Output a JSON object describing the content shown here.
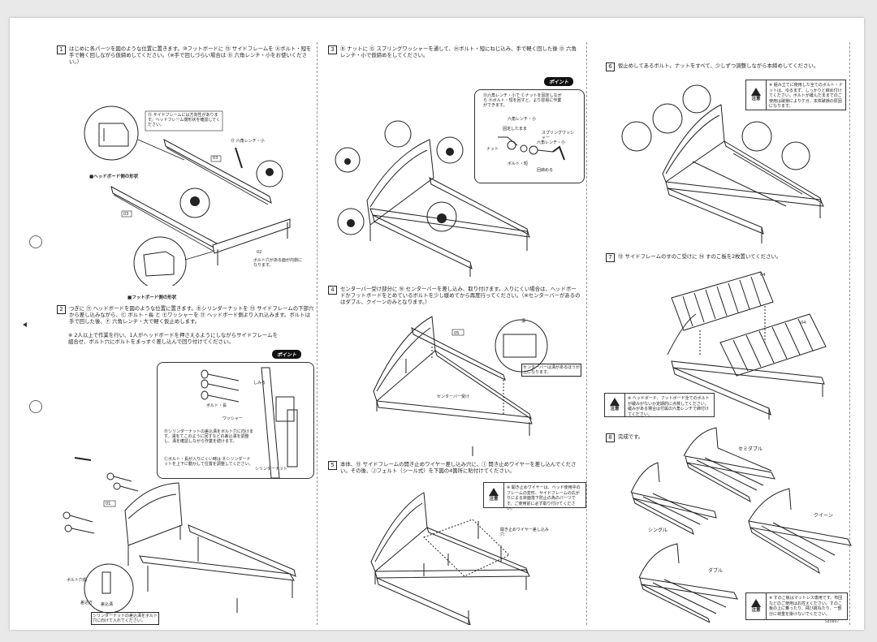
{
  "steps": {
    "s1": {
      "num": "1",
      "text": "はじめに各パーツを図のような位置に置きます。⑩フットボードに ⑬ サイドフレームを Ⓐボルト・短を手で軽く回しながら仮締めしてください。（※手で回しづらい場合は Ⓓ 六角レンチ・小をお使いください。）",
      "label_side_check": "⑬ サイドフレームには方向性があります。ヘッドフレーム側形状を確認してください。",
      "label_headboard": "■ヘッドボード側の形状",
      "label_footboard": "■フットボード側の形状",
      "label_bolt_hole": "ボルト穴がある面が内側になります。",
      "label_wrench": "Ⓓ 六角レンチ・小",
      "part_03": "03",
      "part_02": "02"
    },
    "s2": {
      "num": "2",
      "text": "つぎに ⑪ ヘッドボードを図のような位置に置きます。Ⓑシリンダーナットを ⑬ サイドフレームの下部穴から差し込みながら、Ⓒ ボルト・長 と Ⓔワッシャーを ⑪ ヘッドボード側より入れ込みます。ボルトは手で回した後、Ⓕ 六角レンチ・大で軽く仮止めします。",
      "text2": "※ 2人以上で作業を行い、1人がヘッドボードを押さえるようにしながらサイドフレームを組合せ、ボルト穴にボルトをまっすぐ差し込んで回り付けてください。",
      "point": "ポイント",
      "callout_text": "Ⓑシリンダーナットの差込溝をボルト穴に向けます。溝をてこのように回すなどの差込溝を調整し、溝を確認しながら作業を続けます。",
      "callout_text2": "Ⓒボルト・長が入りにくい時は Ⓑシリンダーナットを上下に動かして位置を調整してください。",
      "label_bolt_long": "ボルト・長",
      "label_washer": "ワッシャー",
      "label_cylinder": "シリンダーナット",
      "label_groove": "しみる",
      "label_bolt_hole": "ボルト穴側",
      "label_groove2": "差込溝",
      "label_bottom_note": "シリンダーナットの差込溝をボルト穴に向けて入れてください。",
      "label_insert": "差込方",
      "part_01": "01"
    },
    "s3": {
      "num": "3",
      "text": "Ⓑ ナットに Ⓖ スプリングワッシャーを通して、Ⓗボルト・短にねじ込み、手で軽く回した後 Ⓓ 六角レンチ・小で仮締めをしてください。",
      "point": "ポイント",
      "callout_text": "Ⓓ六角レンチ・小で Ⓒナットを固定しながら Ⓗボルト・短を回すと、より容易に作業ができます。",
      "label_wrench": "六角レンチ・小",
      "label_spring": "スプリングワッシャー",
      "label_nut": "ナット",
      "label_bolt_short": "ボルト・短",
      "label_fixed": "固定したまま",
      "label_rotate": "回締める"
    },
    "s4": {
      "num": "4",
      "text": "センターバー受け部分に ⑯ センターバーを差し込み、取り付けます。入りにくい場合は、ヘッドボードかフットボードをとめているボルトを少し緩めてから再度行ってください。（※センターバーがあるのはダブル、クイーンのみとなります。）",
      "label_center": "センターバー受け",
      "label_callout": "センターバーは溝があるほうが上になります。",
      "label_groove": "溝",
      "part_05": "05"
    },
    "s5": {
      "num": "5",
      "text": "本体、⑬ サイドフレームの開き止めワイヤー差し込み穴に、Ⓘ 開き止めワイヤーを差し込んでください。その後、Ⓙフェルト（シール式）を下図の4箇所に貼付けてください。",
      "label_wire": "開き止めワイヤー差し込み穴",
      "note_title": "注意",
      "note_text": "※ 開き止めワイヤーは、ベッド使用中のフレームの変形、サイドフレームの広がりによる床面落下防止の為のパーツです。ご使用前に必ず取り付けてください。"
    },
    "s6": {
      "num": "6",
      "text": "仮止めしてあるボルト、ナットをすべて、少しずつ調整しながら本締めしてください。",
      "note_title": "注意",
      "note_text": "※ 組み立てに使用した全てのボルト・ナットは、ゆるまず、しっかりと締め付けてください。ボルトが緩んだままでのご使用は破損によりケガ、本体破損の原因になります。"
    },
    "s7": {
      "num": "7",
      "text": "⑬ サイドフレームのすのこ受けに ⑭ すのこ板を2枚置いてください。",
      "part_04a": "04",
      "part_04b": "04",
      "note_title": "注意",
      "note_text": "※ ヘッドボード、フットボード全てのボルトが緩みがないか定期的に点検してください。緩みがある場合は付属の六角レンチで締付けてください。"
    },
    "s8": {
      "num": "8",
      "text": "完成です。",
      "models": {
        "semidouble": "セミダブル",
        "single": "シングル",
        "queen": "クイーン",
        "double": "ダブル"
      },
      "note_title": "注意",
      "note_text": "※ すのこ板はマットレス専用です。布団などのご使用はお控えください。すのこ板の上に乗ったり、飛び跳ねたり、一部分に荷重を掛けないでください。"
    }
  },
  "footer_code": "S40807"
}
